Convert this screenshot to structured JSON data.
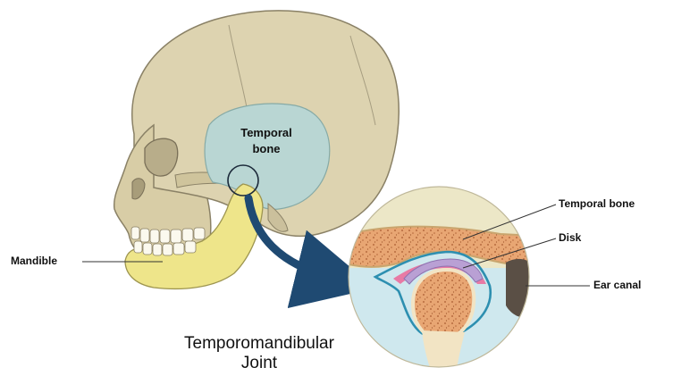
{
  "labels": {
    "temporal_bone_line1": "Temporal",
    "temporal_bone_line2": "bone",
    "mandible": "Mandible",
    "inset_temporal_bone": "Temporal bone",
    "inset_disk": "Disk",
    "inset_ear_canal": "Ear canal"
  },
  "caption": {
    "line1": "Temporomandibular",
    "line2": "Joint"
  },
  "colors": {
    "skull": "#ddd3b0",
    "skull_outline": "#8a8166",
    "temporal_region": "#b9d6d3",
    "mandible": "#eee58a",
    "inset_background": "#ece7c7",
    "inset_fluid": "#cfe8ee",
    "bone_spongy": "#e4a06c",
    "bone_cortical": "#f2e4c4",
    "disk": "#b9a0d4",
    "synovium_pink": "#e87aa5",
    "capsule_blue": "#2d8fb0",
    "ear_canal": "#5a4f45",
    "arrow": "#1f4a72"
  }
}
